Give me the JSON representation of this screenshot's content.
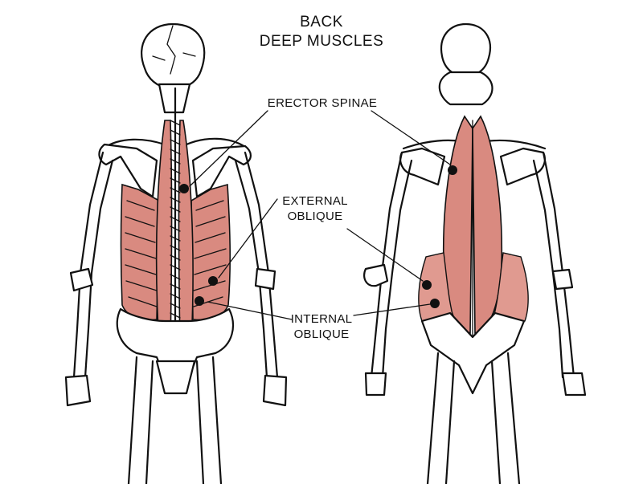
{
  "title": {
    "line1": "BACK",
    "line2": "DEEP MUSCLES"
  },
  "labels": {
    "erector_spinae": "ERECTOR SPINAE",
    "external_oblique_line1": "EXTERNAL",
    "external_oblique_line2": "OBLIQUE",
    "internal_oblique_line1": "INTERNAL",
    "internal_oblique_line2": "OBLIQUE"
  },
  "colors": {
    "muscle": "#d98a80",
    "muscle_dark": "#b85c52",
    "ink": "#111111",
    "background": "#ffffff"
  }
}
